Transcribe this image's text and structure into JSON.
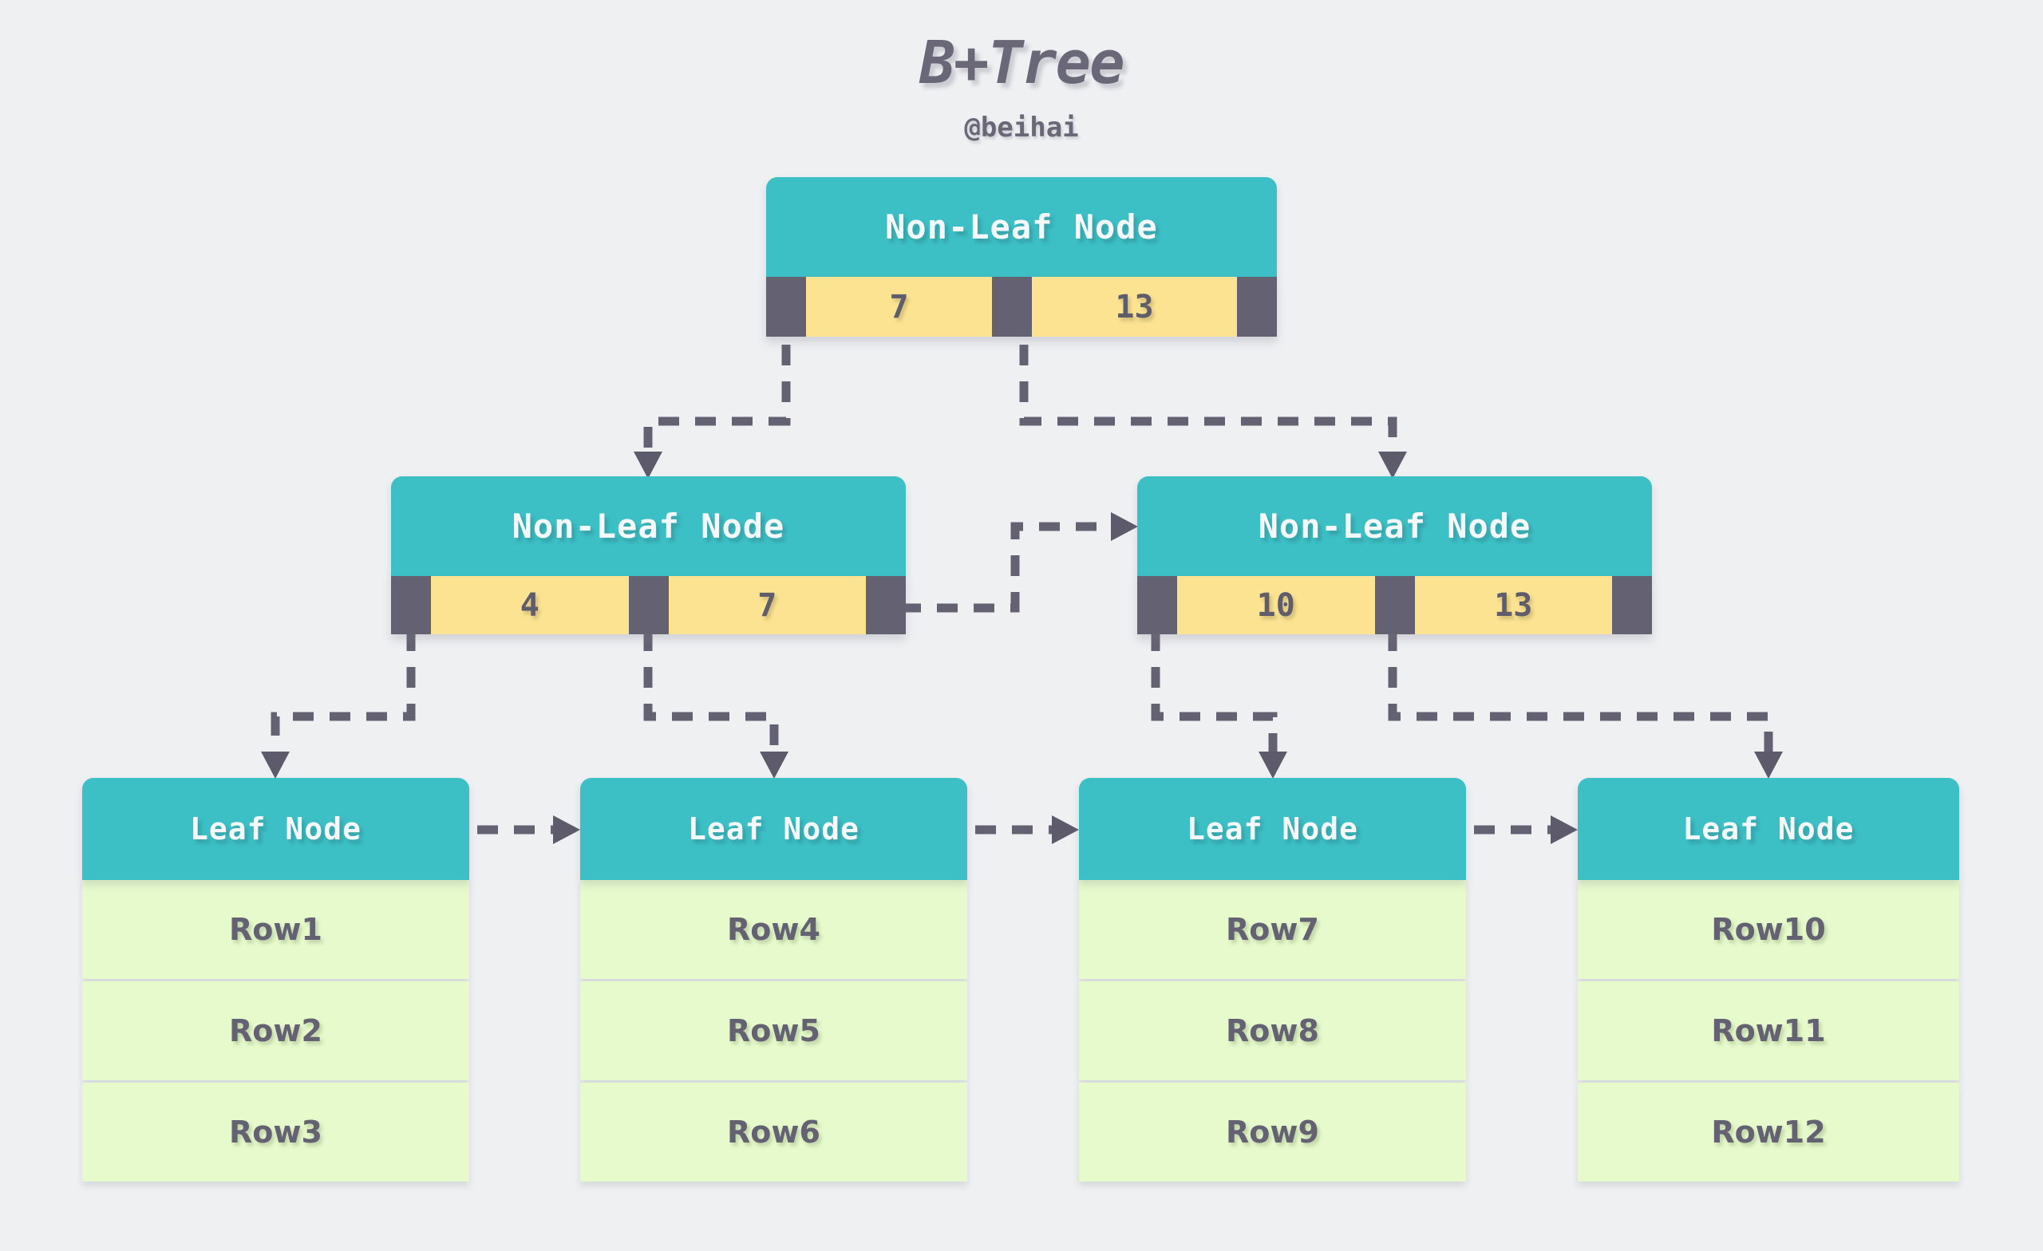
{
  "header": {
    "title": "B+Tree",
    "subtitle": "@beihai"
  },
  "colors": {
    "background": "#eff0f2",
    "node_header": "#3cc0c6",
    "key_cell": "#fbe392",
    "pointer_cell": "#646172",
    "leaf_row": "#e6facb",
    "text_dark": "#646172",
    "text_light": "#f5f8f8",
    "connector": "#646172"
  },
  "tree": {
    "root": {
      "label": "Non-Leaf Node",
      "keys": [
        "7",
        "13"
      ],
      "pointers": 3
    },
    "internal": [
      {
        "label": "Non-Leaf Node",
        "keys": [
          "4",
          "7"
        ],
        "pointers": 3
      },
      {
        "label": "Non-Leaf Node",
        "keys": [
          "10",
          "13"
        ],
        "pointers": 3
      }
    ],
    "leaves": [
      {
        "label": "Leaf Node",
        "rows": [
          "Row1",
          "Row2",
          "Row3"
        ]
      },
      {
        "label": "Leaf Node",
        "rows": [
          "Row4",
          "Row5",
          "Row6"
        ]
      },
      {
        "label": "Leaf Node",
        "rows": [
          "Row7",
          "Row8",
          "Row9"
        ]
      },
      {
        "label": "Leaf Node",
        "rows": [
          "Row10",
          "Row11",
          "Row12"
        ]
      }
    ]
  },
  "connectors": {
    "style": "dashed-orthogonal-with-arrowhead",
    "root_to_internal": 2,
    "internal_to_leaf": 4,
    "internal_sibling_links": 1,
    "leaf_sibling_links": 3
  }
}
